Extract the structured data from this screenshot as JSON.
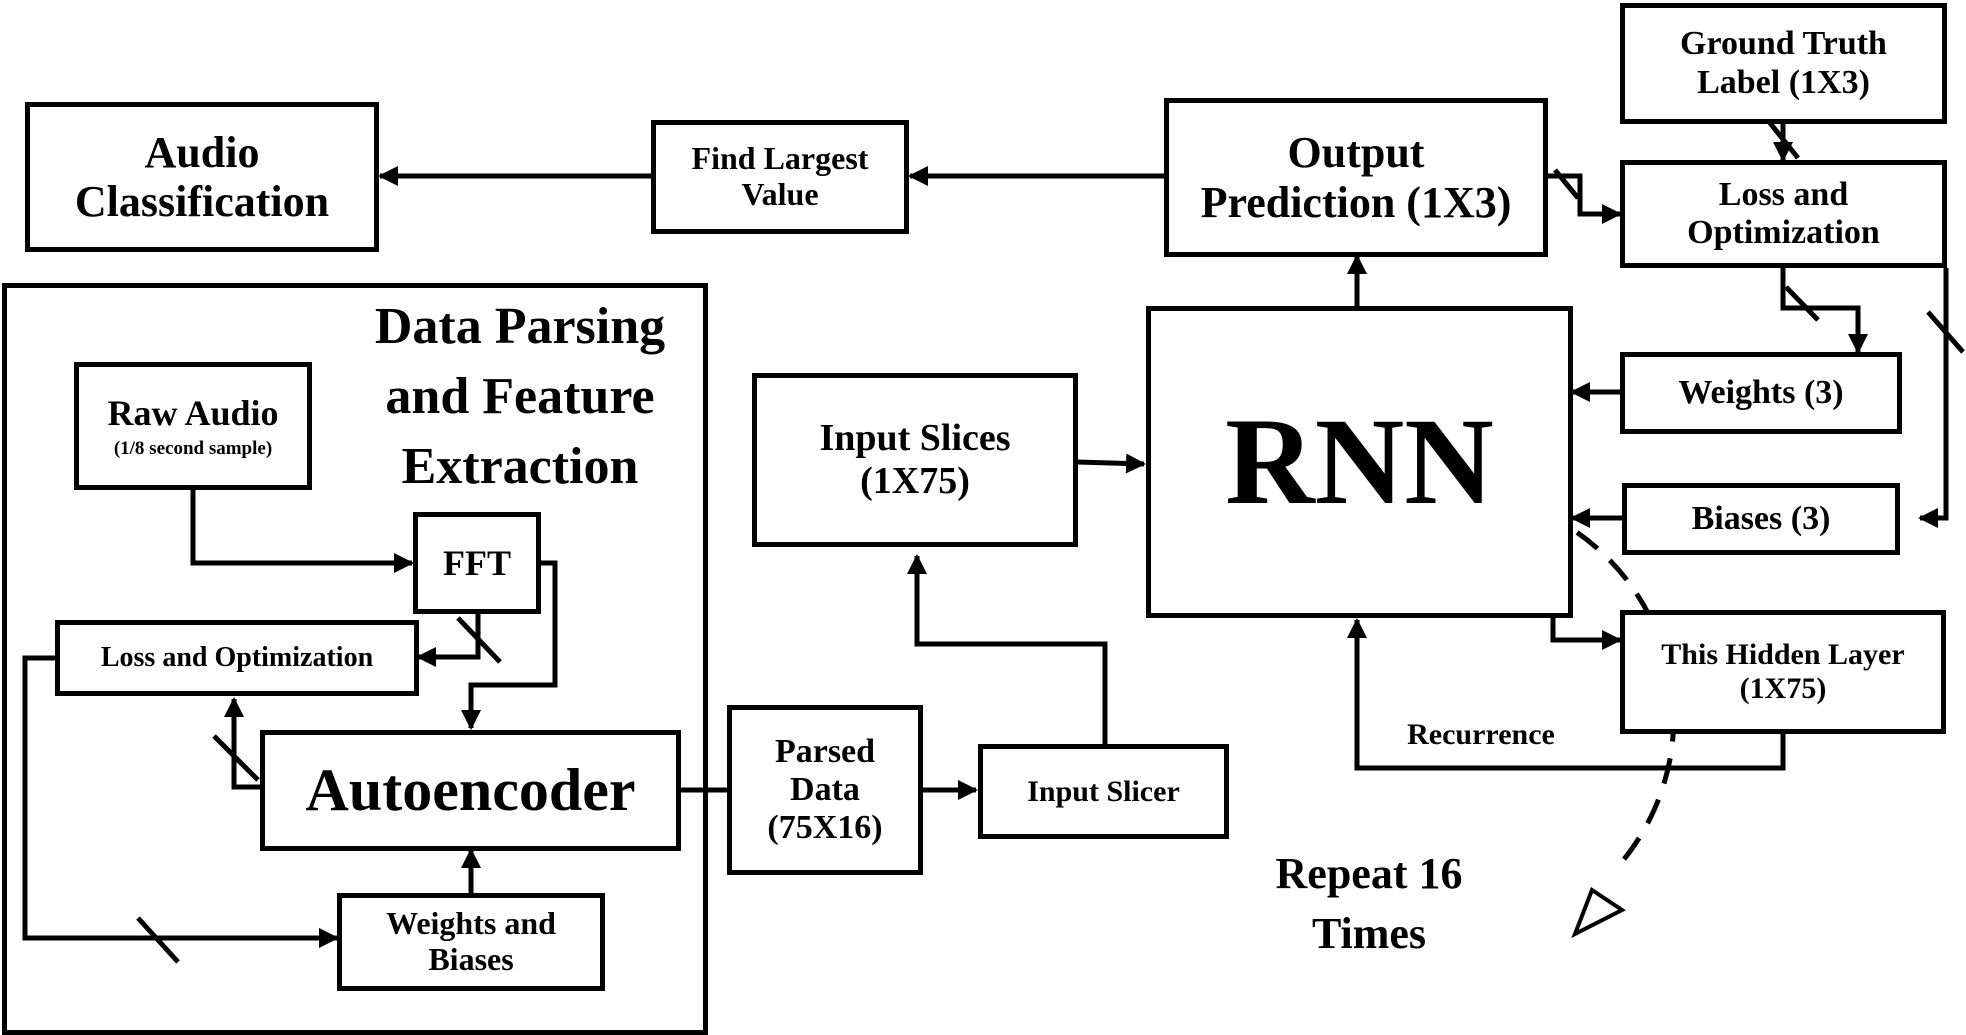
{
  "blocks": {
    "audio_classification": [
      "Audio",
      "Classification"
    ],
    "find_largest": [
      "Find Largest",
      "Value"
    ],
    "output_prediction": [
      "Output",
      "Prediction (1X3)"
    ],
    "ground_truth": [
      "Ground Truth",
      "Label (1X3)"
    ],
    "rnn_loss": [
      "Loss and",
      "Optimization"
    ],
    "data_parsing_title": [
      "Data Parsing",
      "and Feature",
      "Extraction"
    ],
    "raw_audio": "Raw Audio",
    "raw_audio_note": "(1/8 second sample)",
    "fft": "FFT",
    "ae_loss": "Loss and Optimization",
    "autoencoder": "Autoencoder",
    "ae_weights": [
      "Weights and",
      "Biases"
    ],
    "input_slices": [
      "Input Slices",
      "(1X75)"
    ],
    "rnn": "RNN",
    "rnn_weights": "Weights (3)",
    "rnn_biases": "Biases (3)",
    "hidden_layer": [
      "This Hidden Layer",
      "(1X75)"
    ],
    "recurrence": "Recurrence",
    "parsed_data": [
      "Parsed",
      "Data",
      "(75X16)"
    ],
    "input_slicer": "Input Slicer",
    "repeat": [
      "Repeat 16",
      "Times"
    ]
  }
}
